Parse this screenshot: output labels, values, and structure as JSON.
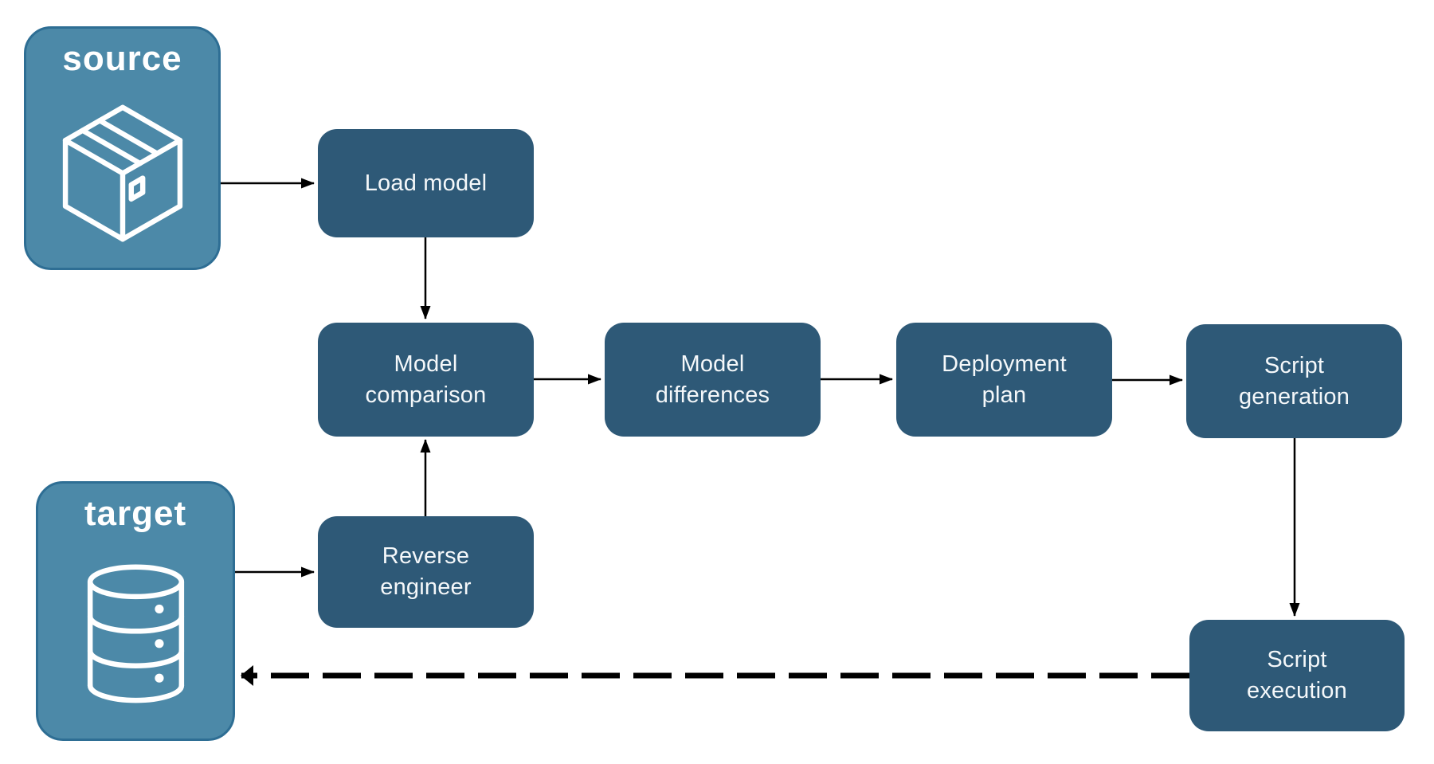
{
  "colors": {
    "endpoint_fill": "#4C89A8",
    "endpoint_border": "#2E6E94",
    "process_fill": "#2E5977",
    "label_text": "#F5F8FA",
    "arrow": "#000000",
    "canvas_bg": "#FFFFFF"
  },
  "nodes": {
    "source": {
      "label": "source",
      "icon": "package-icon"
    },
    "target": {
      "label": "target",
      "icon": "database-icon"
    },
    "load_model": {
      "lines": [
        "Load model"
      ]
    },
    "model_comparison": {
      "lines": [
        "Model",
        "comparison"
      ]
    },
    "model_differences": {
      "lines": [
        "Model",
        "differences"
      ]
    },
    "deployment_plan": {
      "lines": [
        "Deployment",
        "plan"
      ]
    },
    "script_generation": {
      "lines": [
        "Script",
        "generation"
      ]
    },
    "reverse_engineer": {
      "lines": [
        "Reverse",
        "engineer"
      ]
    },
    "script_execution": {
      "lines": [
        "Script",
        "execution"
      ]
    }
  },
  "edges": [
    {
      "from": "source",
      "to": "load_model",
      "style": "solid"
    },
    {
      "from": "load_model",
      "to": "model_comparison",
      "style": "solid"
    },
    {
      "from": "target",
      "to": "reverse_engineer",
      "style": "solid"
    },
    {
      "from": "reverse_engineer",
      "to": "model_comparison",
      "style": "solid"
    },
    {
      "from": "model_comparison",
      "to": "model_differences",
      "style": "solid"
    },
    {
      "from": "model_differences",
      "to": "deployment_plan",
      "style": "solid"
    },
    {
      "from": "deployment_plan",
      "to": "script_generation",
      "style": "solid"
    },
    {
      "from": "script_generation",
      "to": "script_execution",
      "style": "solid"
    },
    {
      "from": "script_execution",
      "to": "target",
      "style": "dashed"
    }
  ]
}
